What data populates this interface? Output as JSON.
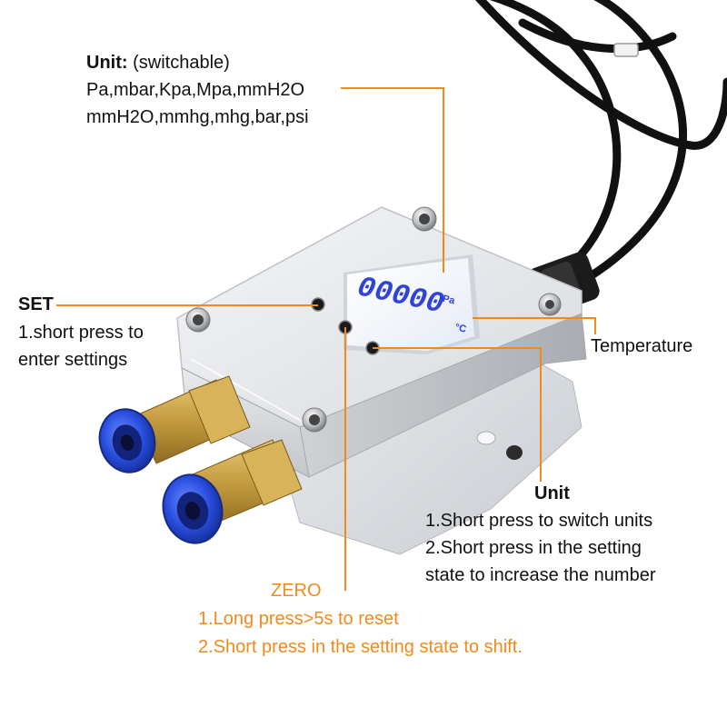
{
  "unit_callout": {
    "title": "Unit:",
    "note": "(switchable)",
    "line1": "Pa,mbar,Kpa,Mpa,mmH2O",
    "line2": "mmH2O,mmhg,mhg,bar,psi"
  },
  "set_callout": {
    "title": "SET",
    "line1": "1.short press to",
    "line2": "enter settings"
  },
  "temperature_callout": {
    "title": "Temperature"
  },
  "unit_button_callout": {
    "title": "Unit",
    "line1": "1.Short press to switch units",
    "line2": "2.Short press in the setting",
    "line3": "state to increase the number"
  },
  "zero_callout": {
    "title": "ZERO",
    "line1": "1.Long press>5s to reset",
    "line2": "2.Short press in the setting state to shift."
  },
  "display": {
    "digits": "00000",
    "unit_label": "Pa",
    "temp_label": "°C"
  },
  "colors": {
    "callout_line": "#f08a1c",
    "zero_text": "#f08a1c",
    "lcd_digits": "#2f44d6",
    "fitting_blue": "#2a4fe0",
    "brass": "#c9a24a"
  },
  "icons": [
    "screw-icon",
    "button-icon",
    "push-fitting-icon",
    "cable-icon"
  ]
}
